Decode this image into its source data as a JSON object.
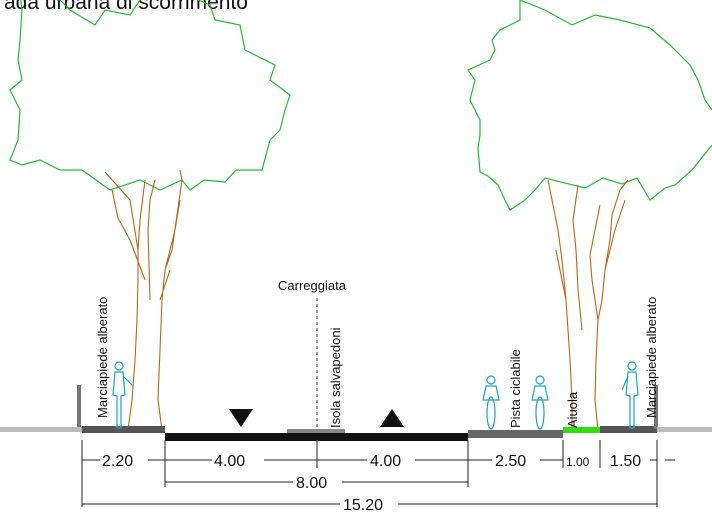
{
  "title": "ada urbana di scorrimento",
  "labels": {
    "carreggiata": "Carreggiata",
    "marciapiede_left": "Marciapiede alberato",
    "isola": "Isola salvapedoni",
    "pista": "Pista ciclabile",
    "aiuola": "Aiuola",
    "marciapiede_right": "Marciapiede alberato"
  },
  "dimensions": {
    "d_220": "2.20",
    "d_400_a": "4.00",
    "d_400_b": "4.00",
    "d_250": "2.50",
    "d_100": "1.00",
    "d_150": "1.50",
    "d_800": "8.00",
    "d_1520": "15.20"
  },
  "colors": {
    "foliage": "#22bb33",
    "trunk": "#b8651b",
    "person": "#1aa3c8",
    "road": "#111111",
    "curb": "#888888",
    "aiuola": "#33dd11"
  }
}
